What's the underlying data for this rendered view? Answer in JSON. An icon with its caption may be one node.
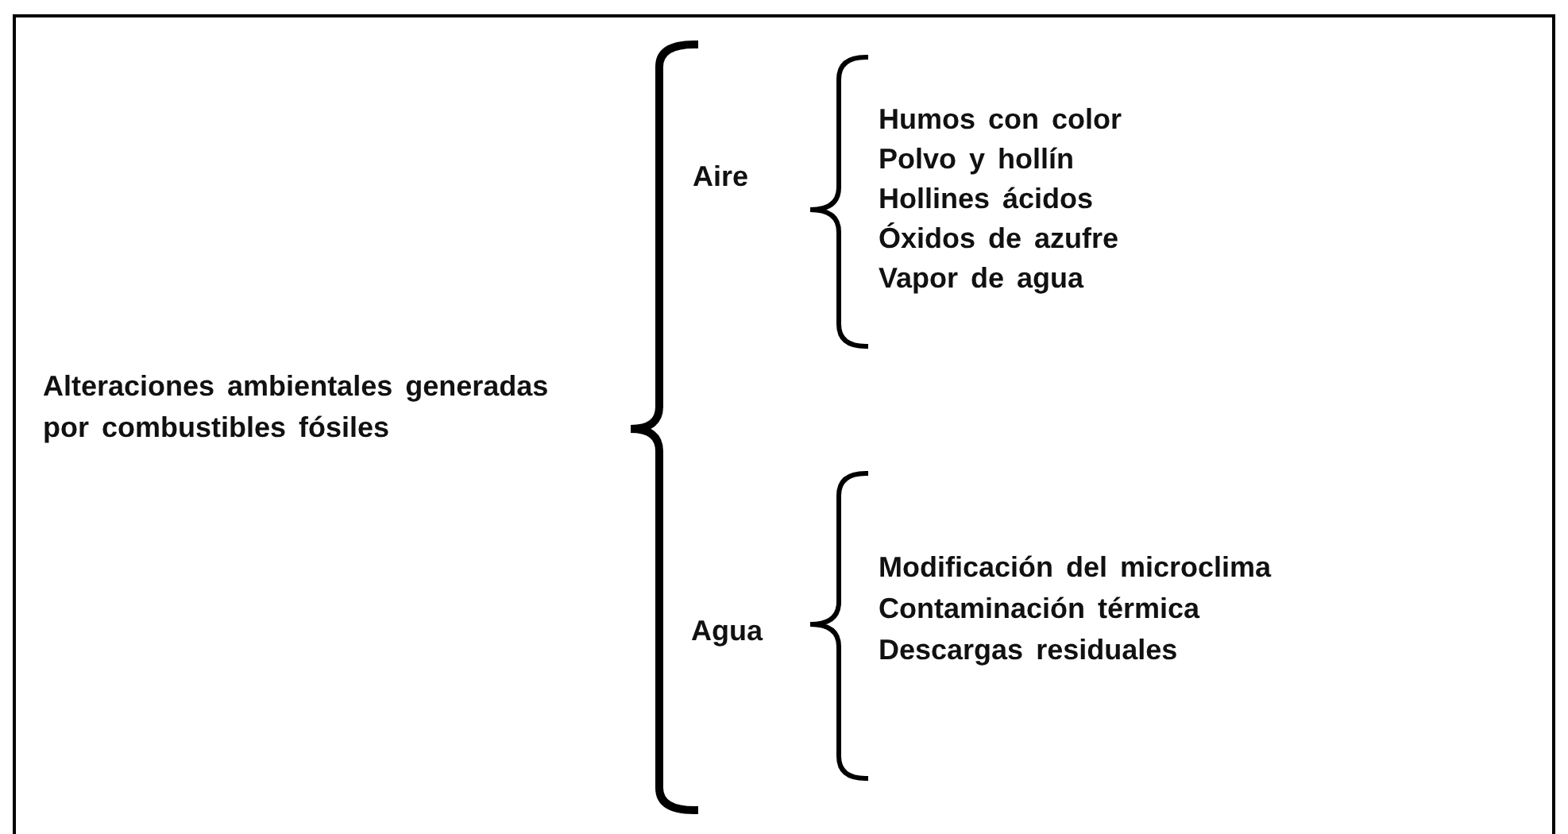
{
  "diagram": {
    "labels": [
      "Alteraciones ambientales generadas por combustibles fósiles",
      "Aire",
      "Humos con color",
      "Polvo y hollín",
      "Hollines ácidos",
      "Óxidos de azufre",
      "Vapor de agua",
      "Agua",
      "Modificación del microclima",
      "Contaminación térmica",
      "Descargas residuales"
    ]
  }
}
